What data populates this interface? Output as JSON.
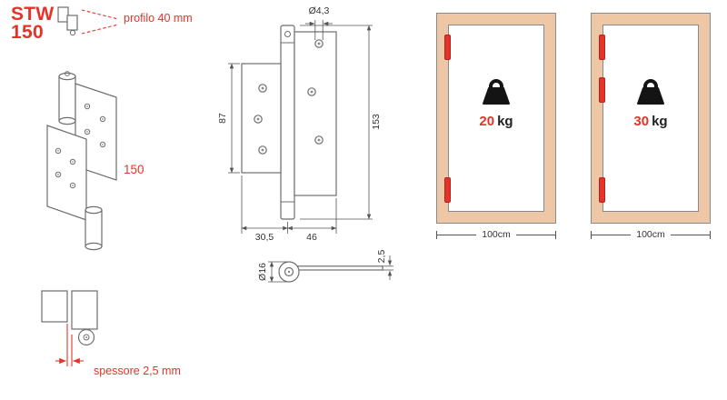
{
  "colors": {
    "accent": "#e5332a",
    "frame": "#eec8a6",
    "line": "#6e6e6e"
  },
  "product": {
    "code": "STW",
    "size": "150"
  },
  "profile_note": "profilo 40 mm",
  "perspective_view": {
    "height_label": "150"
  },
  "closed_profile_view": {
    "thickness_note": "spessore 2,5 mm"
  },
  "technical_drawing": {
    "hole_diameter": "Ø4,3",
    "leaf_height": "87",
    "total_height": "153",
    "leaf_width": "30,5",
    "open_width": "46",
    "knuckle_diameter": "Ø16",
    "leaf_thickness": "2,5"
  },
  "doors": [
    {
      "weight_value": "20",
      "weight_unit": "kg",
      "door_width": "100cm",
      "hinge_count": 2
    },
    {
      "weight_value": "30",
      "weight_unit": "kg",
      "door_width": "100cm",
      "hinge_count": 3
    }
  ]
}
